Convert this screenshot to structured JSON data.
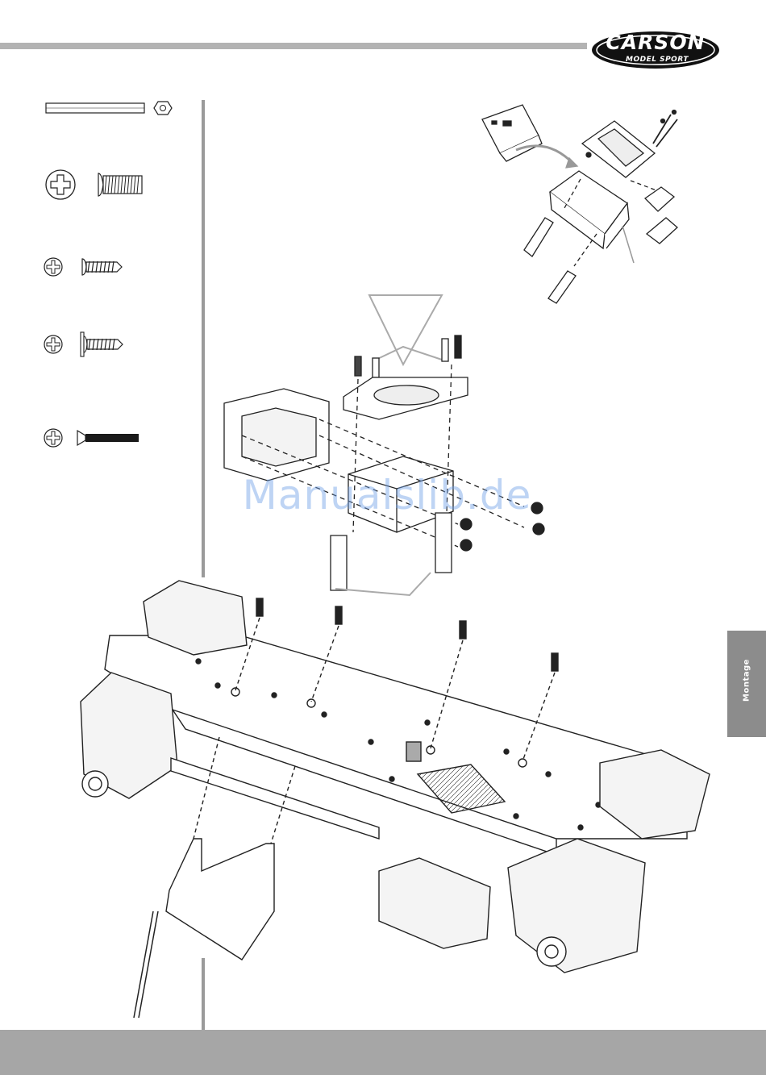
{
  "header": {
    "brand": "CARSON",
    "brand_sub": "MODEL SPORT"
  },
  "side_tab": {
    "label": "Montage"
  },
  "watermark": {
    "text": "Manualslib.de"
  },
  "colors": {
    "rule_gray": "#b3b3b3",
    "tab_gray": "#8c8c8c",
    "bar_gray": "#a6a6a6",
    "line_dark": "#222222"
  },
  "parts_legend": {
    "items": [
      {
        "icon": "threaded-rod-with-nut-icon"
      },
      {
        "icon": "large-phillips-machine-screw-icon"
      },
      {
        "icon": "phillips-tapping-screw-icon"
      },
      {
        "icon": "phillips-flange-tapping-screw-icon"
      },
      {
        "icon": "phillips-countersunk-screw-icon"
      }
    ]
  },
  "diagram": {
    "icon": "chassis-exploded-assembly-icon"
  }
}
